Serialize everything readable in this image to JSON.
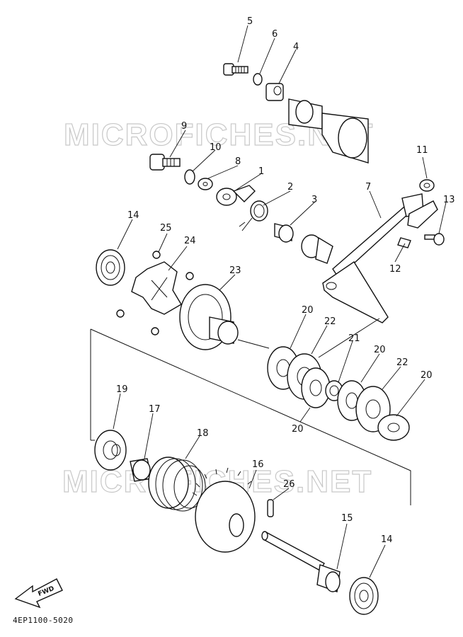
{
  "watermark": "MICROFICHES.NET",
  "reference_code": "4EP1100-5020",
  "fwd_label": "FWD",
  "labels": {
    "p1": "1",
    "p2": "2",
    "p3": "3",
    "p4": "4",
    "p5": "5",
    "p6": "6",
    "p7": "7",
    "p8": "8",
    "p9": "9",
    "p10": "10",
    "p11": "11",
    "p12": "12",
    "p13": "13",
    "p14a": "14",
    "p14b": "14",
    "p15": "15",
    "p16": "16",
    "p17": "17",
    "p18": "18",
    "p19": "19",
    "p20a": "20",
    "p20b": "20",
    "p20c": "20",
    "p20d": "20",
    "p21": "21",
    "p22a": "22",
    "p22b": "22",
    "p23": "23",
    "p24": "24",
    "p25": "25",
    "p26": "26"
  }
}
